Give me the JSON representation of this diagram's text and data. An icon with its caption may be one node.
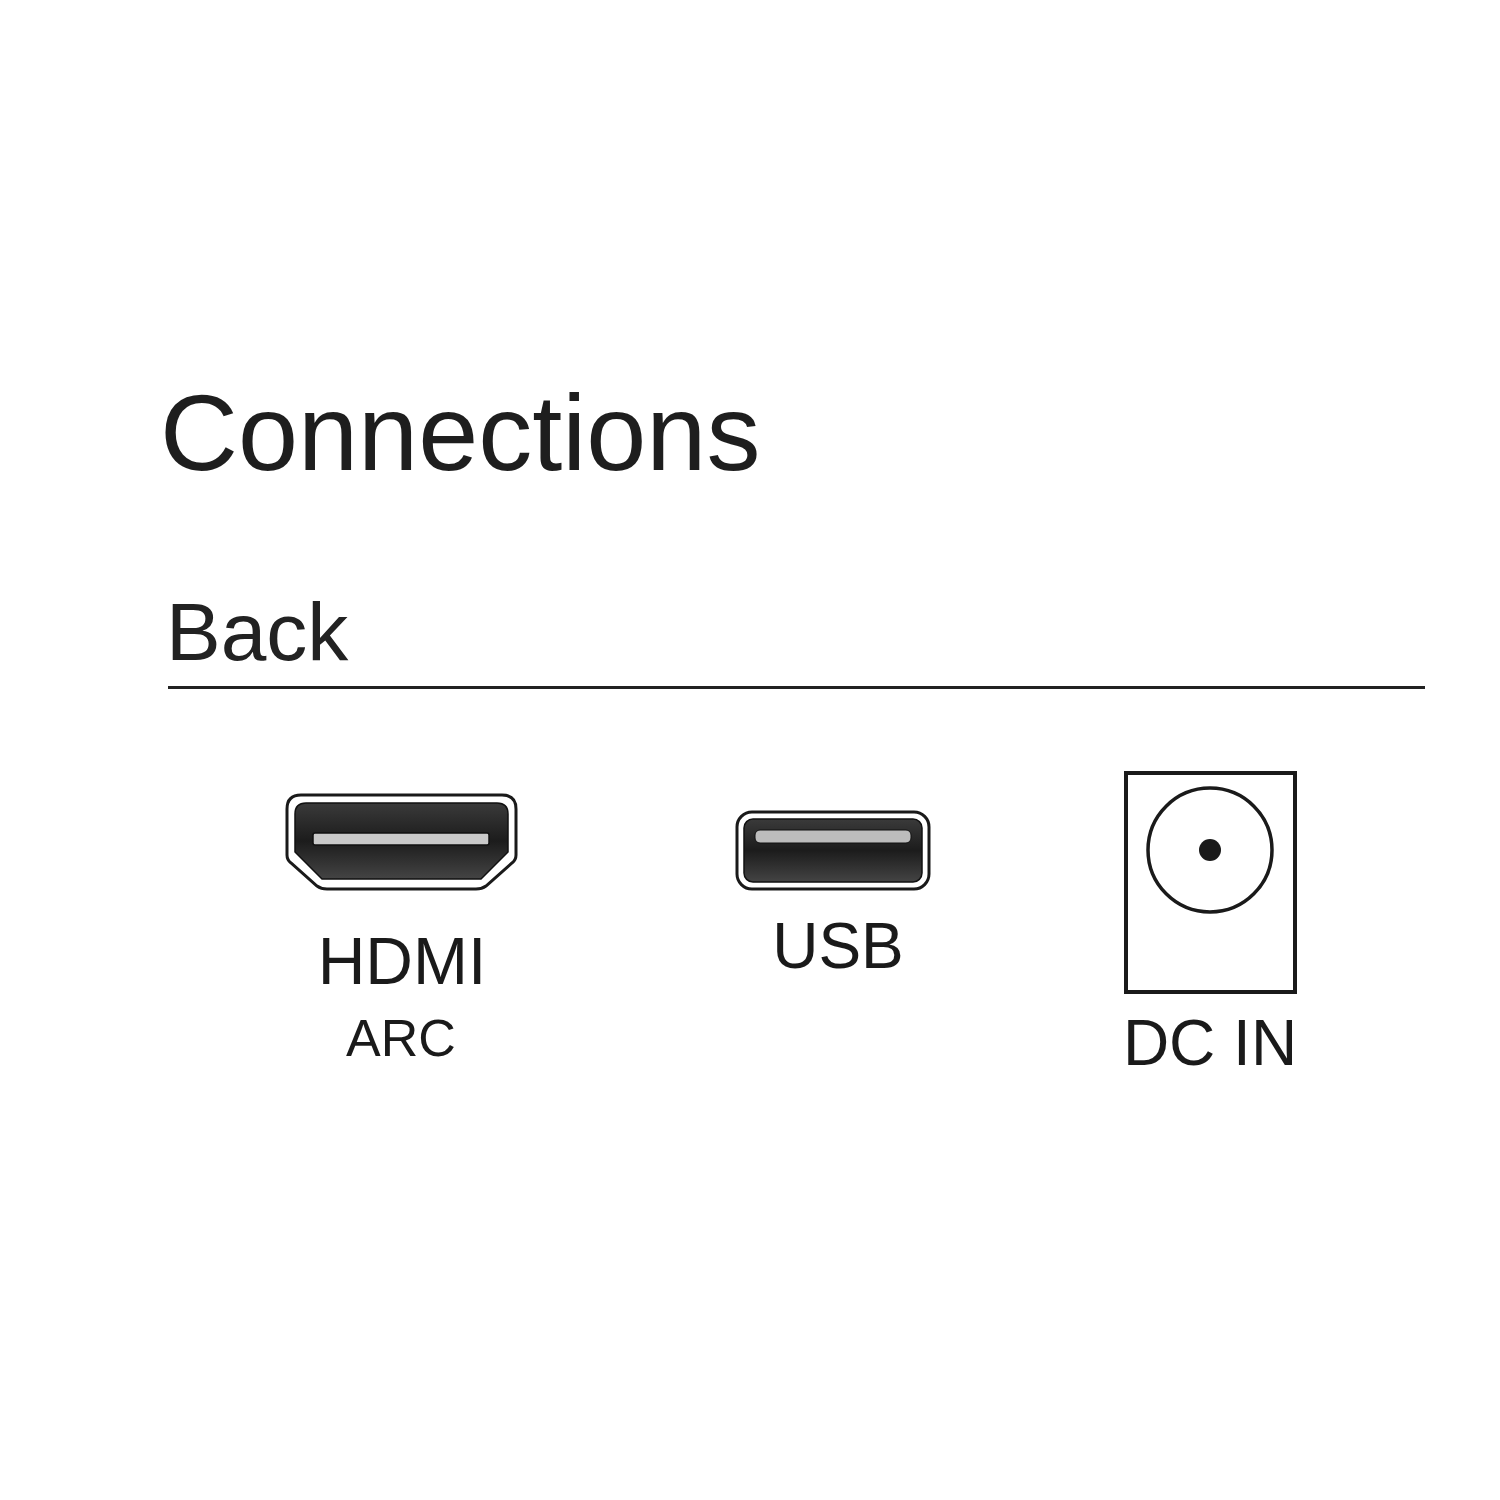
{
  "diagram": {
    "title": "Connections",
    "labels": [
      "Back",
      "HDMI",
      "ARC",
      "USB",
      "DC IN"
    ]
  }
}
